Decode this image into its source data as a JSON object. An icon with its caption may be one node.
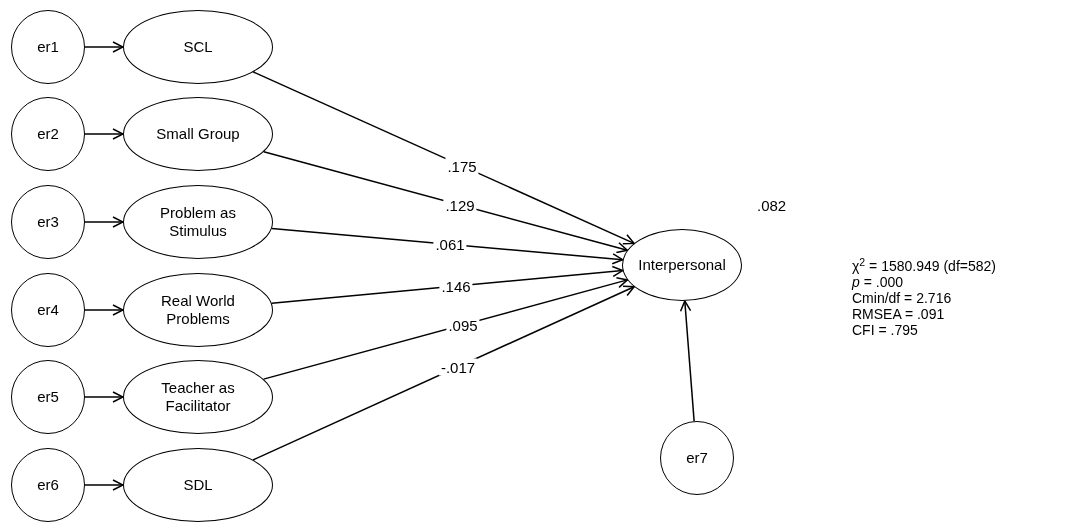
{
  "diagram": {
    "nodes": [
      {
        "text": [
          "er1"
        ]
      },
      {
        "text": [
          "SCL"
        ]
      },
      {
        "text": [
          "er2"
        ]
      },
      {
        "text": [
          "Small Group"
        ]
      },
      {
        "text": [
          "er3"
        ]
      },
      {
        "text": [
          "Problem as Stimulus"
        ]
      },
      {
        "text": [
          "er4"
        ]
      },
      {
        "text": [
          "Real World Problems"
        ]
      },
      {
        "text": [
          "er5"
        ]
      },
      {
        "text": [
          "Teacher as Facilitator"
        ]
      },
      {
        "text": [
          "er6"
        ]
      },
      {
        "text": [
          "SDL"
        ]
      },
      {
        "text": [
          "Interpersonal"
        ],
        "beside": [
          ".082"
        ]
      },
      {
        "text": [
          "er7"
        ]
      }
    ],
    "edges": [
      {
        "from": 0,
        "to": 1,
        "arrow": "to"
      },
      {
        "from": 2,
        "to": 3,
        "arrow": "to"
      },
      {
        "from": 4,
        "to": 5,
        "arrow": "to"
      },
      {
        "from": 6,
        "to": 7,
        "arrow": "to"
      },
      {
        "from": 8,
        "to": 9,
        "arrow": "to"
      },
      {
        "from": 10,
        "to": 11,
        "arrow": "to"
      },
      {
        "from": 1,
        "to": 12,
        "arrow": "to",
        "label": ".175"
      },
      {
        "from": 3,
        "to": 12,
        "arrow": "to",
        "label": ".129"
      },
      {
        "from": 5,
        "to": 12,
        "arrow": "to",
        "label": ".061"
      },
      {
        "from": 7,
        "to": 12,
        "arrow": "to",
        "label": ".146"
      },
      {
        "from": 9,
        "to": 12,
        "arrow": "to",
        "label": ".095"
      },
      {
        "from": 11,
        "to": 12,
        "arrow": "to",
        "label": "-.017"
      },
      {
        "from": 13,
        "to": 12,
        "arrow": "to"
      }
    ],
    "labels": [
      "χ$^{2}$ = 1580.949 (df=582)",
      "*p* = .000",
      "Cmin/df = 2.716",
      "RMSEA = .091",
      "CFI = .795"
    ]
  }
}
